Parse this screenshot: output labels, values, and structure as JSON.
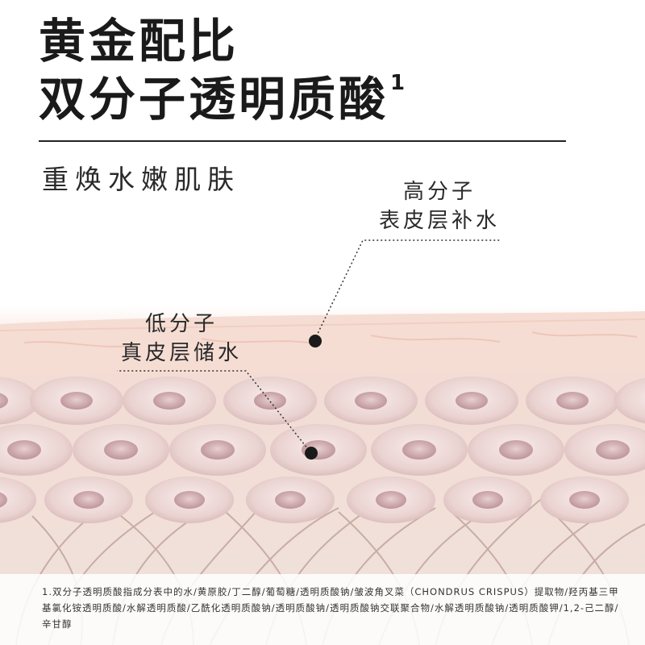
{
  "title": {
    "line1": "黄金配比",
    "line2": "双分子透明质酸",
    "sup": "1"
  },
  "subtitle": "重焕水嫩肌肤",
  "labels": {
    "high": {
      "line1": "高分子",
      "line2": "表皮层补水"
    },
    "low": {
      "line1": "低分子",
      "line2": "真皮层储水"
    }
  },
  "footnote": "1.双分子透明质酸指成分表中的水/黄原胶/丁二醇/葡萄糖/透明质酸钠/皱波角叉菜（CHONDRUS CRISPUS）提取物/羟丙基三甲基氯化铵透明质酸/水解透明质酸/乙酰化透明质酸钠/透明质酸钠/透明质酸钠交联聚合物/水解透明质酸钠/透明质酸钾/1,2-己二醇/辛甘醇",
  "colors": {
    "text": "#1a1a1a",
    "skin_top": "#f7e3da",
    "cell_outer": "#e9cfcc",
    "cell_nucleus": "#c9a3a6",
    "fiber": "#b99a92"
  }
}
